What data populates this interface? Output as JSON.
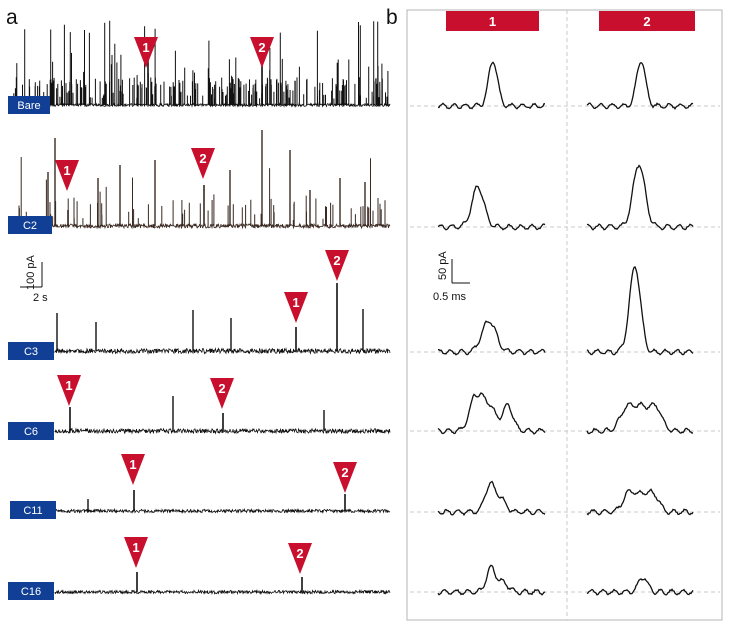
{
  "panels": {
    "a": "a",
    "b": "b"
  },
  "colors": {
    "marker_red": "#c8102e",
    "label_blue": "#123f96",
    "trace": "#111111",
    "trace_c2": "#3a2a22",
    "dashed": "#c8c8c8",
    "frame": "#b4b4b4"
  },
  "scale_bars": {
    "a_current": "100 pA",
    "a_time": "2 s",
    "b_current": "50 pA",
    "b_time": "0.5 ms"
  },
  "chart_data": [
    {
      "type": "line",
      "panel": "a",
      "title": "",
      "xlabel": "",
      "ylabel": "",
      "scale_bars": {
        "current": "100 pA",
        "time": "2 s"
      },
      "series": [
        {
          "name": "Bare",
          "markers": [
            "1",
            "2"
          ],
          "event_density": "very high",
          "max_amplitude_pA": 140
        },
        {
          "name": "C2",
          "markers": [
            "1",
            "2"
          ],
          "event_density": "high",
          "max_amplitude_pA": 235
        },
        {
          "name": "C3",
          "markers": [
            "1",
            "2"
          ],
          "event_density": "low",
          "max_amplitude_pA": 165
        },
        {
          "name": "C6",
          "markers": [
            "1",
            "2"
          ],
          "event_density": "low",
          "max_amplitude_pA": 85
        },
        {
          "name": "C11",
          "markers": [
            "1",
            "2"
          ],
          "event_density": "very low",
          "max_amplitude_pA": 50
        },
        {
          "name": "C16",
          "markers": [
            "1",
            "2"
          ],
          "event_density": "very low",
          "max_amplitude_pA": 40
        }
      ]
    },
    {
      "type": "line",
      "panel": "b",
      "title": "",
      "xlabel": "",
      "ylabel": "",
      "scale_bars": {
        "current": "50 pA",
        "time": "0.5 ms"
      },
      "columns": [
        "1",
        "2"
      ],
      "series": [
        {
          "name": "Bare",
          "event_1_peak_pA": 94,
          "event_2_peak_pA": 94
        },
        {
          "name": "C2",
          "event_1_peak_pA": 84,
          "event_2_peak_pA": 131
        },
        {
          "name": "C3",
          "event_1_peak_pA": 65,
          "event_2_peak_pA": 178
        },
        {
          "name": "C6",
          "event_1_peak_pA": 73,
          "event_2_peak_pA": 51
        },
        {
          "name": "C11",
          "event_1_peak_pA": 57,
          "event_2_peak_pA": 47
        },
        {
          "name": "C16",
          "event_1_peak_pA": 51,
          "event_2_peak_pA": 31
        }
      ]
    }
  ]
}
